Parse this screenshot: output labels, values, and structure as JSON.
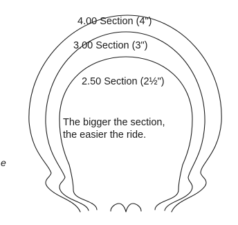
{
  "sections": [
    {
      "label": "4.00 Section (4\")"
    },
    {
      "label": "3.00 Section (3\")"
    },
    {
      "label": "2.50 Section (2½\")"
    }
  ],
  "caption": {
    "line1": "The bigger the section,",
    "line2": "the easier the ride."
  },
  "edge_fragment": "e"
}
